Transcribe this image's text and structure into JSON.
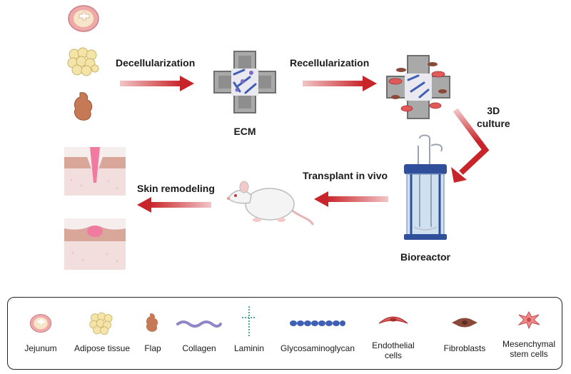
{
  "process": {
    "step_decell": "Decellularization",
    "step_recell": "Recellularization",
    "ecm": "ECM",
    "culture_3d": "3D\nculture",
    "transplant": "Transplant in vivo",
    "skin_remodeling": "Skin remodeling",
    "bioreactor": "Bioreactor"
  },
  "legend": {
    "items": [
      {
        "label": "Jejunum",
        "icon": "jejunum-icon"
      },
      {
        "label": "Adipose tissue",
        "icon": "adipose-tissue-icon"
      },
      {
        "label": "Flap",
        "icon": "flap-icon"
      },
      {
        "label": "Collagen",
        "icon": "collagen-icon"
      },
      {
        "label": "Laminin",
        "icon": "laminin-icon"
      },
      {
        "label": "Glycosaminoglycan",
        "icon": "glycosaminoglycan-icon"
      },
      {
        "label": "Endothelial\ncells",
        "icon": "endothelial-cell-icon"
      },
      {
        "label": "Fibroblasts",
        "icon": "fibroblast-icon"
      },
      {
        "label": "Mesenchymal\nstem cells",
        "icon": "mesenchymal-stem-cell-icon"
      }
    ]
  },
  "colors": {
    "arrow": "#c8252a",
    "ecm_frame": "#8e8e8e",
    "tissue_pink": "#f3c4c4",
    "skin": "#d9a79a"
  }
}
